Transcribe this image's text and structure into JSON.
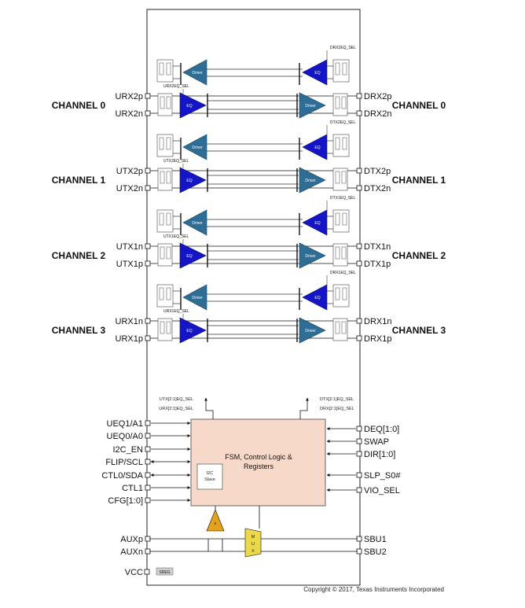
{
  "channels": [
    {
      "label": "CHANNEL 0",
      "left_pins": [
        "URX2p",
        "URX2n"
      ],
      "right_pins": [
        "DRX2p",
        "DRX2n"
      ],
      "eq_sel_top": "DRX2EQ_SEL",
      "eq_sel_bottom": "URX2EQ_SEL"
    },
    {
      "label": "CHANNEL 1",
      "left_pins": [
        "UTX2p",
        "UTX2n"
      ],
      "right_pins": [
        "DTX2p",
        "DTX2n"
      ],
      "eq_sel_top": "DTX2EQ_SEL",
      "eq_sel_bottom": "UTX2EQ_SEL"
    },
    {
      "label": "CHANNEL 2",
      "left_pins": [
        "UTX1n",
        "UTX1p"
      ],
      "right_pins": [
        "DTX1n",
        "DTX1p"
      ],
      "eq_sel_top": "DTX1EQ_SEL",
      "eq_sel_bottom": "UTX1EQ_SEL"
    },
    {
      "label": "CHANNEL 3",
      "left_pins": [
        "URX1n",
        "URX1p"
      ],
      "right_pins": [
        "DRX1n",
        "DRX1p"
      ],
      "eq_sel_top": "DRX1EQ_SEL",
      "eq_sel_bottom": "URX1EQ_SEL"
    }
  ],
  "blocks": {
    "driver": "Driver",
    "eq": "EQ"
  },
  "controller": {
    "title_line1": "FSM, Control Logic &",
    "title_line2": "Registers",
    "i2c_line1": "I2C",
    "i2c_line2": "Slave",
    "out_left_1": "UTX[2:1]EQ_SEL",
    "out_left_2": "URX[2:1]EQ_SEL",
    "out_right_1": "DTX[2:1]EQ_SEL",
    "out_right_2": "DRX[2:1]EQ_SEL"
  },
  "left_ctrl_pins": [
    "UEQ1/A1",
    "UEQ0/A0",
    "I2C_EN",
    "FLIP/SCL",
    "CTL0/SDA",
    "CTL1",
    "CFG[1:0]"
  ],
  "right_ctrl_pins": [
    "DEQ[1:0]",
    "SWAP",
    "DIR[1:0]",
    "SLP_S0#",
    "VIO_SEL"
  ],
  "aux": {
    "left_pins": [
      "AUXp",
      "AUXn"
    ],
    "right_pins": [
      "SBU1",
      "SBU2"
    ],
    "mux": "MUX"
  },
  "vcc": {
    "label": "VCC",
    "block": "SREG"
  },
  "colors": {
    "eq_blue": "#1515c8",
    "driver_blue": "#2e6e96",
    "controller_fill": "#f6d9c9",
    "aux_amp": "#e3a21a",
    "mux": "#ecd94a"
  },
  "copyright": "Copyright © 2017, Texas Instruments Incorporated"
}
